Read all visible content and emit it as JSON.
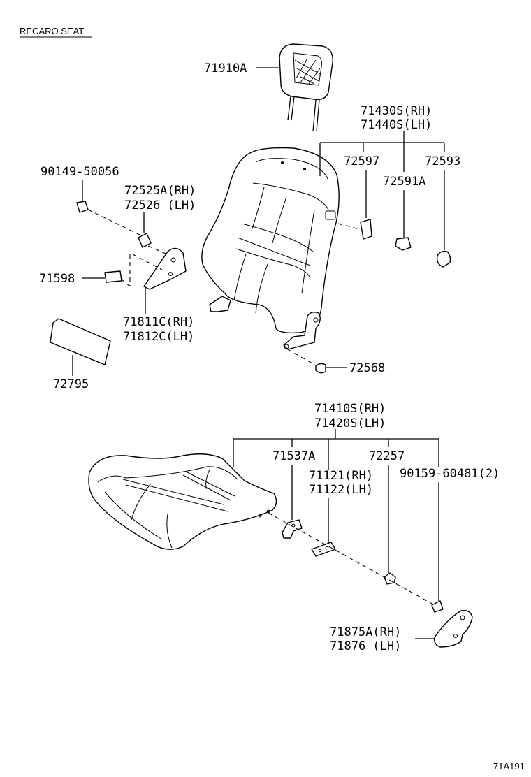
{
  "title": "RECARO SEAT",
  "diagram_code": "71A191",
  "labels": {
    "p71910A": "71910A",
    "p71430S": "71430S(RH)",
    "p71440S": "71440S(LH)",
    "p72597": "72597",
    "p72593": "72593",
    "p72591A": "72591A",
    "p90149": "90149-50056",
    "p72525A": "72525A(RH)",
    "p72526": "72526  (LH)",
    "p71598": "71598",
    "p71811C": "71811C(RH)",
    "p71812C": "71812C(LH)",
    "p72795": "72795",
    "p72568": "72568",
    "p71410S": "71410S(RH)",
    "p71420S": "71420S(LH)",
    "p71537A": "71537A",
    "p72257": "72257",
    "p71121": "71121(RH)",
    "p71122": "71122(LH)",
    "p90159": "90159-60481(2)",
    "p71875A": "71875A(RH)",
    "p71876": "71876  (LH)"
  }
}
